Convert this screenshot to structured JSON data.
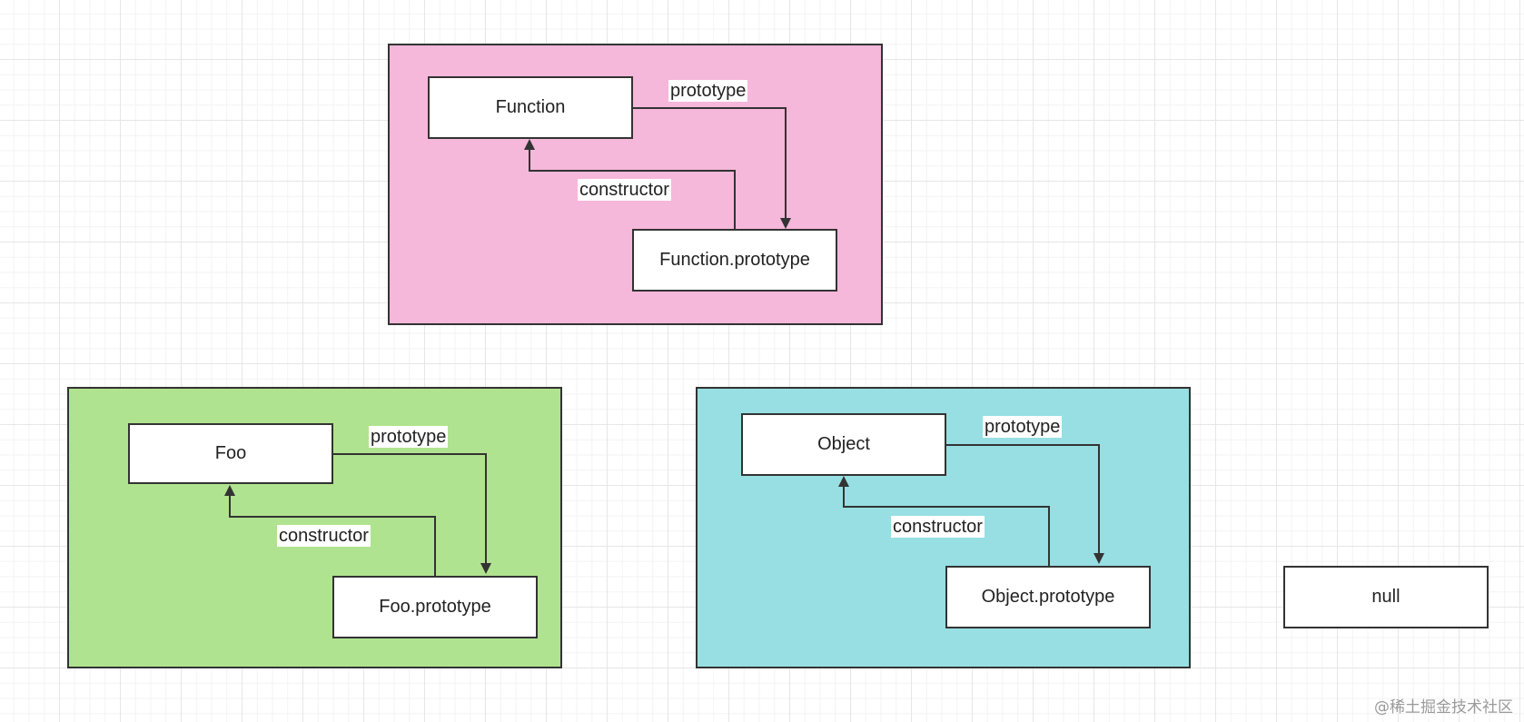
{
  "colors": {
    "function_group": "#f5b7da",
    "foo_group": "#b0e38f",
    "object_group": "#97dfe3",
    "stroke": "#333333"
  },
  "function_group": {
    "constructor_node": "Function",
    "prototype_node": "Function.prototype",
    "prototype_label": "prototype",
    "constructor_label": "constructor"
  },
  "foo_group": {
    "constructor_node": "Foo",
    "prototype_node": "Foo.prototype",
    "prototype_label": "prototype",
    "constructor_label": "constructor"
  },
  "object_group": {
    "constructor_node": "Object",
    "prototype_node": "Object.prototype",
    "prototype_label": "prototype",
    "constructor_label": "constructor"
  },
  "null_node": "null",
  "watermark": "@稀土掘金技术社区"
}
